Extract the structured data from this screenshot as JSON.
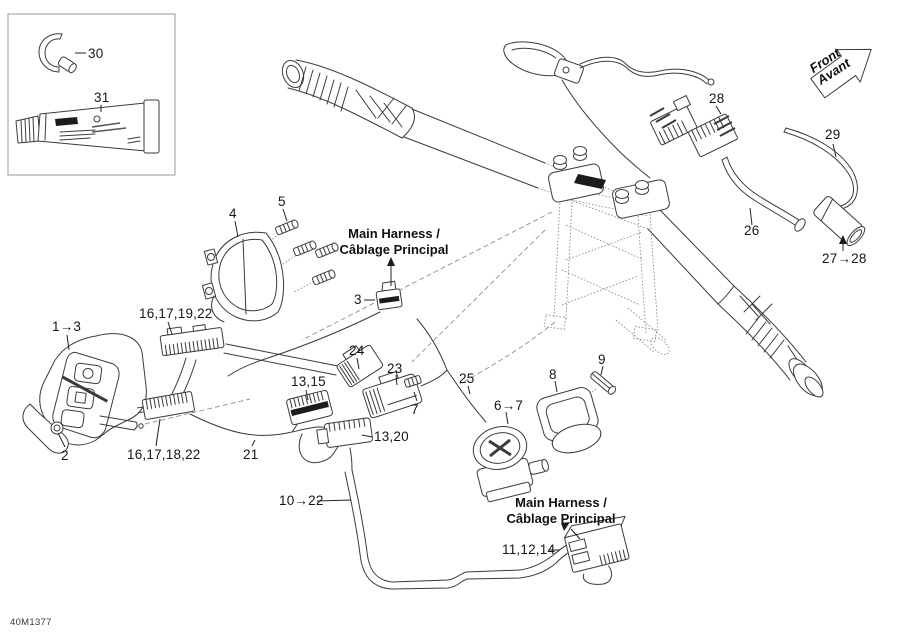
{
  "meta": {
    "drawing_number": "40M1377"
  },
  "front_arrow": {
    "line1": "Front",
    "line2": "Avant"
  },
  "harness_labels": {
    "top": {
      "line1": "Main Harness /",
      "line2": "Câblage Principal"
    },
    "bottom": {
      "line1": "Main Harness /",
      "line2": "Câblage Principal"
    }
  },
  "callouts": {
    "c30": "30",
    "c31": "31",
    "c1_3": "1→3",
    "c2": "2",
    "c4": "4",
    "c5": "5",
    "c3": "3",
    "c16_17_19_22": "16,17,19,22",
    "c16_17_18_22": "16,17,18,22",
    "c21": "21",
    "c13_15": "13,15",
    "c24": "24",
    "c23": "23",
    "c7": "7",
    "c13_20": "13,20",
    "c25": "25",
    "c6_7": "6→7",
    "c8": "8",
    "c9": "9",
    "c10_22": "10→22",
    "c11_12_14": "11,12,14",
    "c26": "26",
    "c27_28": "27→28",
    "c28": "28",
    "c29": "29"
  }
}
